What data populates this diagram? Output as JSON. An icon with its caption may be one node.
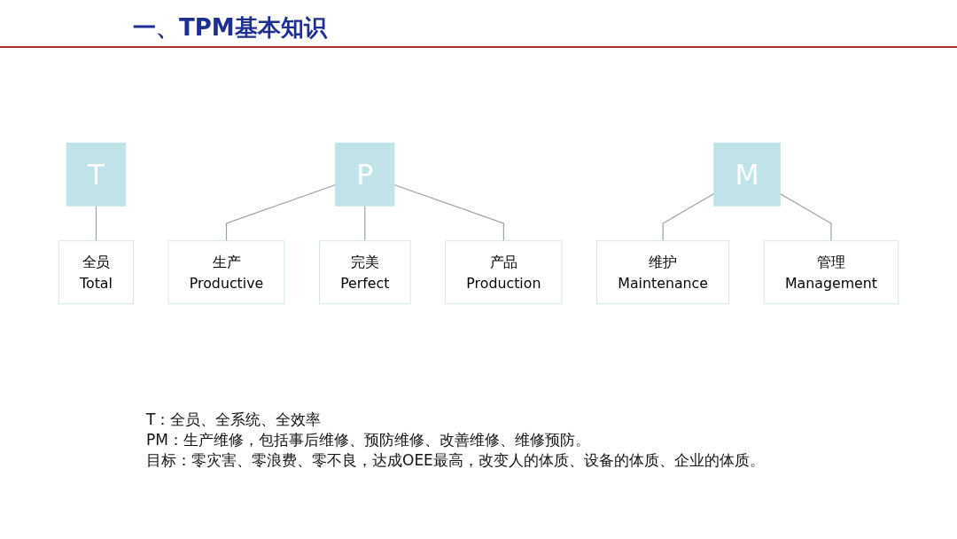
{
  "diagram": {
    "title": "一、TPM基本知识",
    "nodes": [
      {
        "text": [
          "T"
        ]
      },
      {
        "text": [
          "全员",
          "Total"
        ]
      },
      {
        "text": [
          "P"
        ]
      },
      {
        "text": [
          "生产",
          "Productive"
        ]
      },
      {
        "text": [
          "完美",
          "Perfect"
        ]
      },
      {
        "text": [
          "产品",
          "Production"
        ]
      },
      {
        "text": [
          "M"
        ]
      },
      {
        "text": [
          "维护",
          "Maintenance"
        ]
      },
      {
        "text": [
          "管理",
          "Management"
        ]
      }
    ],
    "edges": [
      {
        "from": 0,
        "to": 1,
        "arrow": "none"
      },
      {
        "from": 2,
        "to": 3,
        "arrow": "none"
      },
      {
        "from": 2,
        "to": 4,
        "arrow": "none"
      },
      {
        "from": 2,
        "to": 5,
        "arrow": "none"
      },
      {
        "from": 6,
        "to": 7,
        "arrow": "none"
      },
      {
        "from": 6,
        "to": 8,
        "arrow": "none"
      }
    ],
    "labels": [
      "T：全员、全系统、全效率",
      "PM：生产维修，包括事后维修、预防维修、改善维修、维修预防。",
      "目标：零灾害、零浪费、零不良，达成OEE最高，改变人的体质、设备的体质、企业的体质。"
    ]
  }
}
